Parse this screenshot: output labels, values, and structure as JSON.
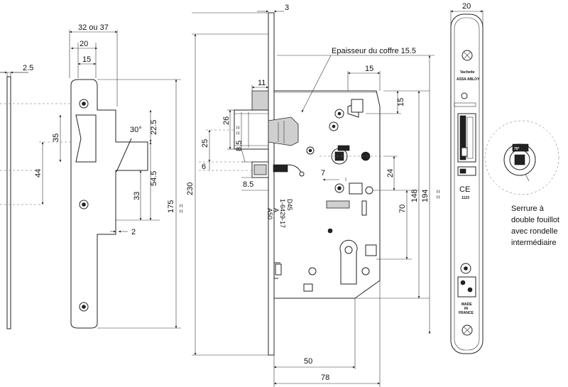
{
  "dimensions": {
    "d_32_37": "32 ou 37",
    "d_20_strike": "20",
    "d_15_strike": "15",
    "d_2_5": "2.5",
    "d_35": "35",
    "d_30deg": "30°",
    "d_22_5": "22.5",
    "d_44": "44",
    "d_33": "33",
    "d_54_5": "54.5",
    "d_2": "2",
    "d_175": "175",
    "d_230": "230",
    "d_3": "3",
    "d_11": "11",
    "d_26": "26",
    "d_25": "25",
    "d_8_5a": "8.5",
    "d_6": "6",
    "d_8_5b": "8.5",
    "d_15_case": "15",
    "d_15_right": "15",
    "d_7": "7",
    "d_24": "24",
    "d_148": "148",
    "d_194": "194",
    "d_70": "70",
    "d_50": "50",
    "d_78": "78",
    "d_20_front": "20",
    "eq": "= ="
  },
  "labels": {
    "coffre": "Epaisseur du coffre 15.5",
    "serrure_l1": "Serrure à",
    "serrure_l2": "double fouillot",
    "serrure_l3": "avec rondelle",
    "serrure_l4": "intermédiaire"
  },
  "case_marks": {
    "m1": "D45",
    "m2": "1-6429-17",
    "m3": "A",
    "m4": "A50"
  },
  "faceplate": {
    "brand": "Vachette",
    "group": "ASSA ABLOY",
    "made1": "MADE",
    "made2": "IN",
    "made3": "FRANCE",
    "cert": "1123"
  },
  "rosette": {
    "mark": "70°"
  }
}
